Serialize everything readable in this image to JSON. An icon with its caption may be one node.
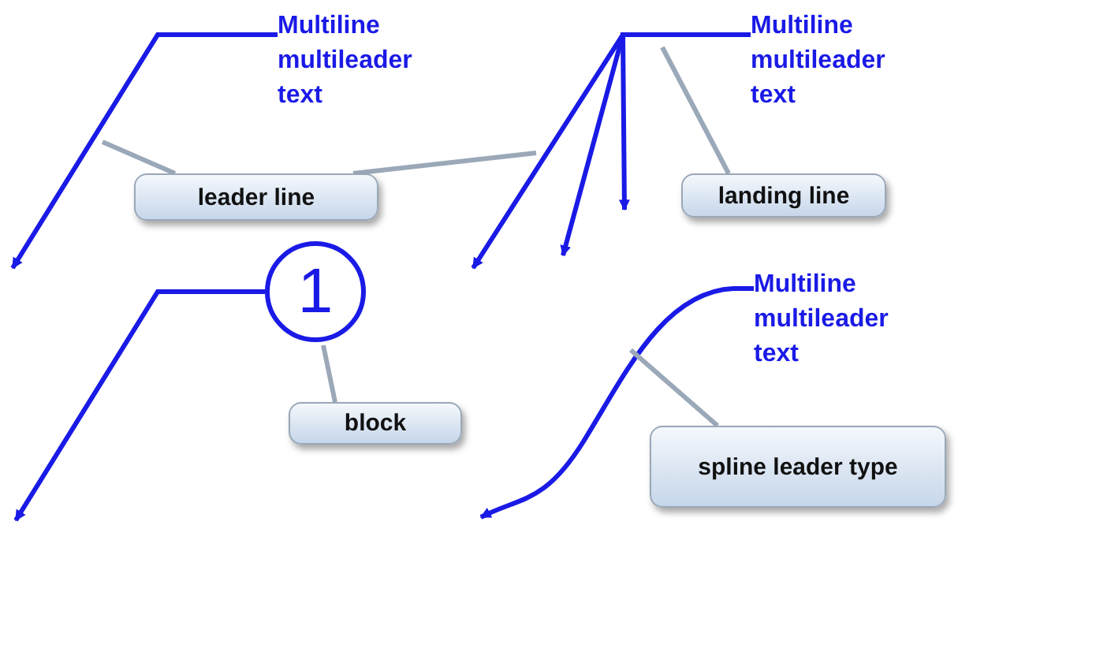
{
  "diagram": {
    "nodes": [
      {
        "text": [
          "Multiline multileader text"
        ]
      },
      {
        "text": [
          "Multiline multileader text"
        ]
      },
      {
        "text": [
          "1"
        ]
      },
      {
        "text": [
          "Multiline multileader text"
        ]
      },
      {
        "text": [
          "leader line"
        ]
      },
      {
        "text": [
          "landing line"
        ]
      },
      {
        "text": [
          "block"
        ]
      },
      {
        "text": [
          "spline leader type"
        ]
      }
    ],
    "edges": [
      {
        "from": 0,
        "to": null,
        "arrow": "to"
      },
      {
        "from": 1,
        "to": null,
        "arrow": "to"
      },
      {
        "from": 1,
        "to": null,
        "arrow": "to"
      },
      {
        "from": 1,
        "to": null,
        "arrow": "to"
      },
      {
        "from": 2,
        "to": null,
        "arrow": "to"
      },
      {
        "from": 3,
        "to": null,
        "arrow": "to"
      },
      {
        "from": 4,
        "to": null,
        "arrow": "none",
        "color": "#9aa8b8"
      },
      {
        "from": 4,
        "to": null,
        "arrow": "none",
        "color": "#9aa8b8"
      },
      {
        "from": 5,
        "to": null,
        "arrow": "none",
        "color": "#9aa8b8"
      },
      {
        "from": 6,
        "to": 2,
        "arrow": "none",
        "color": "#9aa8b8"
      },
      {
        "from": 7,
        "to": null,
        "arrow": "none",
        "color": "#9aa8b8"
      }
    ]
  }
}
